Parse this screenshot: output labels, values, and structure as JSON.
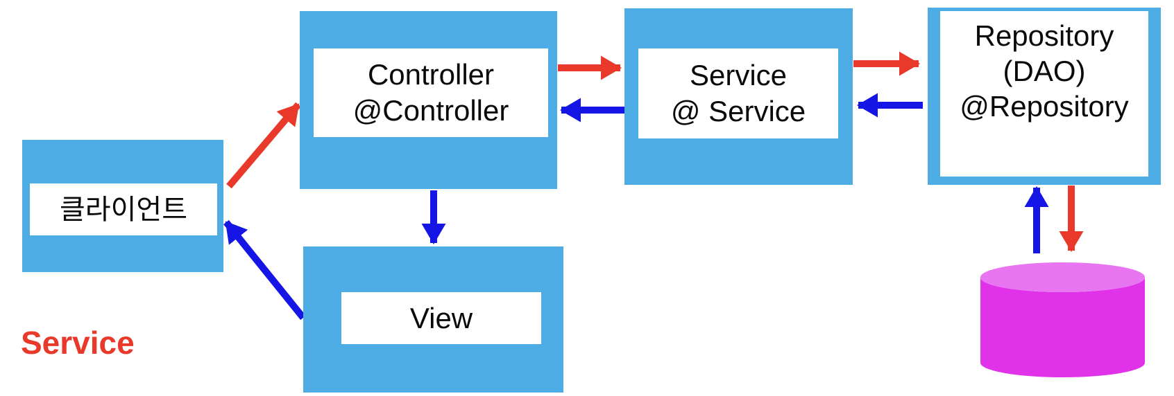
{
  "diagram": {
    "section_label": "Service",
    "nodes": {
      "client": {
        "label": "클라이언트"
      },
      "controller": {
        "line1": "Controller",
        "line2": "@Controller"
      },
      "service": {
        "line1": "Service",
        "line2": "@ Service"
      },
      "repository": {
        "line1": "Repository",
        "line2": "(DAO)",
        "line3": "@Repository"
      },
      "view": {
        "label": "View"
      }
    },
    "icons": {
      "database": "database-cylinder",
      "forward_flow": "red-arrow",
      "return_flow": "blue-arrow"
    },
    "colors": {
      "node_fill": "#4dace4",
      "request_arrow": "#e8392b",
      "response_arrow": "#1515e6",
      "db_body": "#e032e8",
      "db_top": "#e876f0",
      "label_bg": "#ffffff",
      "label_text": "#0a0a0a",
      "section_label_color": "#e8392b"
    }
  }
}
